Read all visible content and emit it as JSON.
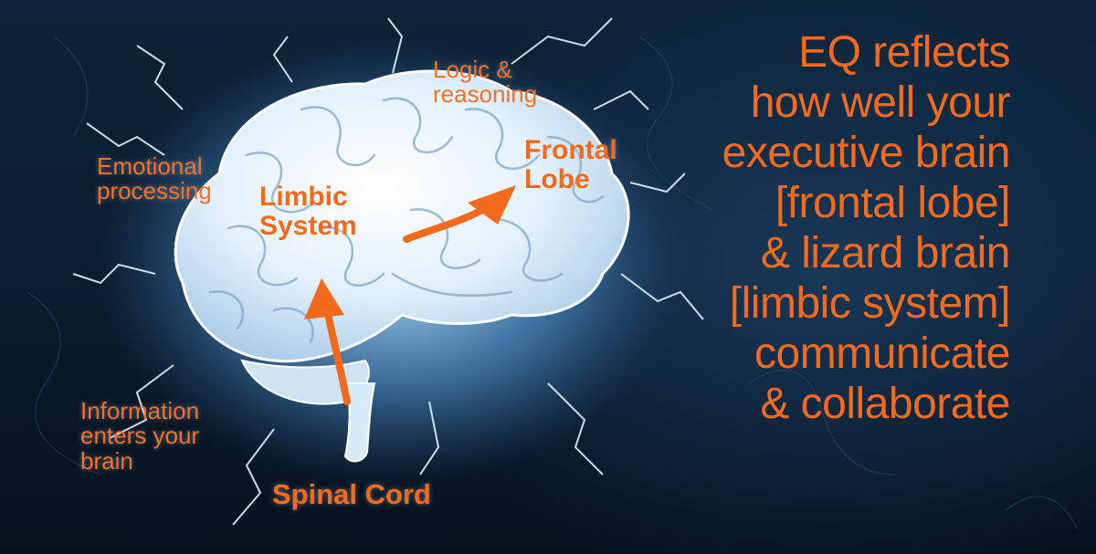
{
  "labels": {
    "logic": "Logic &\nreasoning",
    "frontal": "Frontal\nLobe",
    "emotional": "Emotional\nprocessing",
    "limbic": "Limbic\nSystem",
    "information": "Information\nenters your\nbrain",
    "spinal": "Spinal Cord"
  },
  "headline": [
    "EQ reflects",
    "how well your",
    "executive brain",
    "[frontal lobe]",
    "& lizard brain",
    "[limbic system]",
    "communicate",
    "& collaborate"
  ],
  "colors": {
    "accent": "#f46a1c",
    "background": "#0a1c2e",
    "brain": "#e8f4ff"
  }
}
